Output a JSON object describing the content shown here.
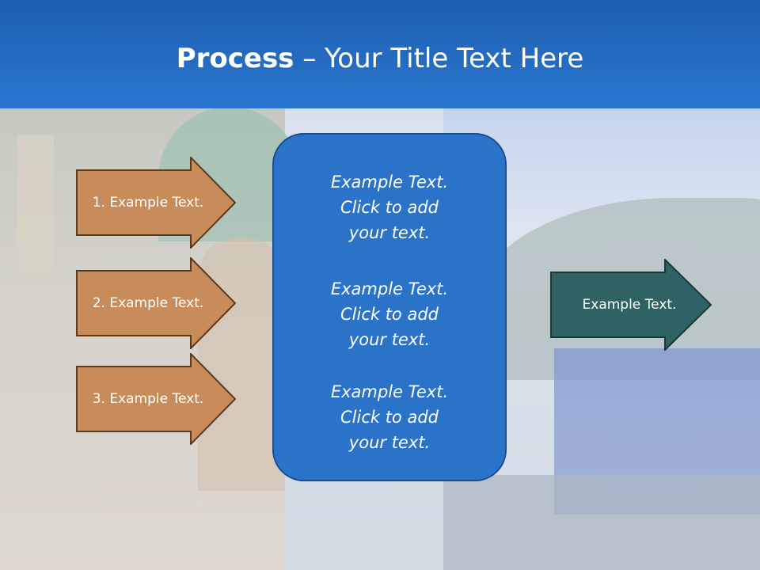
{
  "slide": {
    "title_bold": "Process",
    "title_rest": " – Your Title Text Here"
  },
  "left_arrows": [
    {
      "label": "1. Example Text."
    },
    {
      "label": "2. Example Text."
    },
    {
      "label": "3. Example Text."
    }
  ],
  "center_box": {
    "blocks": [
      {
        "line1": "Example Text.",
        "line2": "Click  to add",
        "line3": "your text."
      },
      {
        "line1": "Example Text.",
        "line2": "Click  to add",
        "line3": "your text."
      },
      {
        "line1": "Example Text.",
        "line2": "Click  to add",
        "line3": "your text."
      }
    ]
  },
  "right_arrow": {
    "label": "Example Text."
  },
  "colors": {
    "header": "#2a76cf",
    "left_arrow_fill": "#c88c5a",
    "left_arrow_stroke": "#5a3a1e",
    "center_box_fill": "#2b73c8",
    "right_arrow_fill": "#2f6262",
    "right_arrow_stroke": "#173838"
  }
}
